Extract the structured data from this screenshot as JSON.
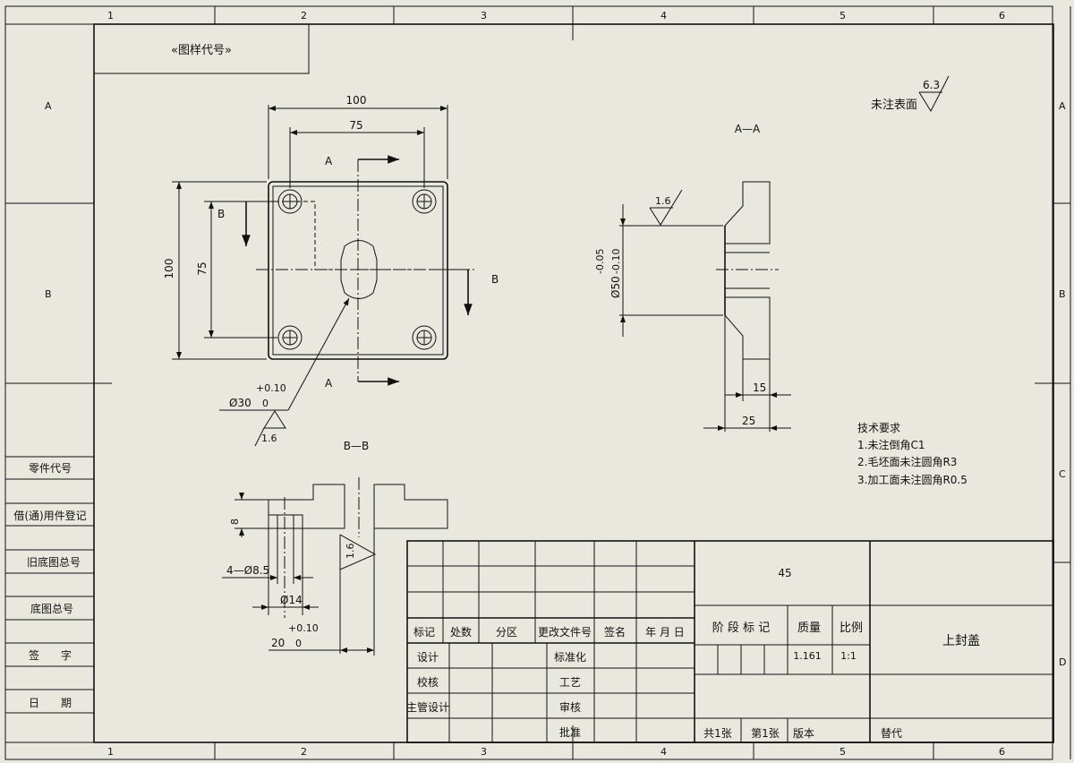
{
  "grid": {
    "columns": [
      "1",
      "2",
      "3",
      "4",
      "5",
      "6"
    ],
    "rows": [
      "A",
      "B",
      "C",
      "D"
    ]
  },
  "stamp": "«图样代号»",
  "surface_note": {
    "label": "未注表面",
    "value": "6.3"
  },
  "front_view": {
    "dim_width_outer": "100",
    "dim_width_inner": "75",
    "dim_height_outer": "100",
    "dim_height_inner": "75",
    "section_a_top": "A",
    "section_a_bottom": "A",
    "section_b_left": "B",
    "section_b_right": "B",
    "bore_dim": "Ø30",
    "bore_tol_upper": "+0.10",
    "bore_tol_lower": "0",
    "bore_roughness": "1.6"
  },
  "section_aa": {
    "title": "A—A",
    "roughness": "1.6",
    "dia_dim": "Ø50",
    "dia_tol_upper": "-0.05",
    "dia_tol_lower": "-0.10",
    "dim_15": "15",
    "dim_25": "25"
  },
  "section_bb": {
    "title": "B—B",
    "dim_8": "8",
    "roughness": "1.6",
    "holes": "4—Ø8.5",
    "counterbore": "Ø14",
    "depth": "20",
    "depth_tol_upper": "+0.10",
    "depth_tol_lower": "0"
  },
  "tech_requirements": {
    "title": "技术要求",
    "items": [
      "1.未注倒角C1",
      "2.毛坯面未注圆角R3",
      "3.加工面未注圆角R0.5"
    ]
  },
  "left_margin": {
    "labels": [
      "零件代号",
      "借(通)用件登记",
      "旧底图总号",
      "底图总号",
      "签　　字",
      "日　　期"
    ]
  },
  "title_block": {
    "material": "45",
    "part_name": "上封盖",
    "rev_headers": [
      "标记",
      "处数",
      "分区",
      "更改文件号",
      "签名",
      "年 月 日"
    ],
    "sign_rows_left": [
      "设计",
      "校核",
      "主管设计"
    ],
    "sign_rows_right": [
      "标准化",
      "工艺",
      "审核",
      "批准"
    ],
    "stage_label": "阶 段 标 记",
    "mass_label": "质量",
    "mass_value": "1.161",
    "scale_label": "比例",
    "scale_value": "1:1",
    "sheets": "共1张",
    "sheet_no": "第1张",
    "version": "版本",
    "replaces": "替代"
  }
}
